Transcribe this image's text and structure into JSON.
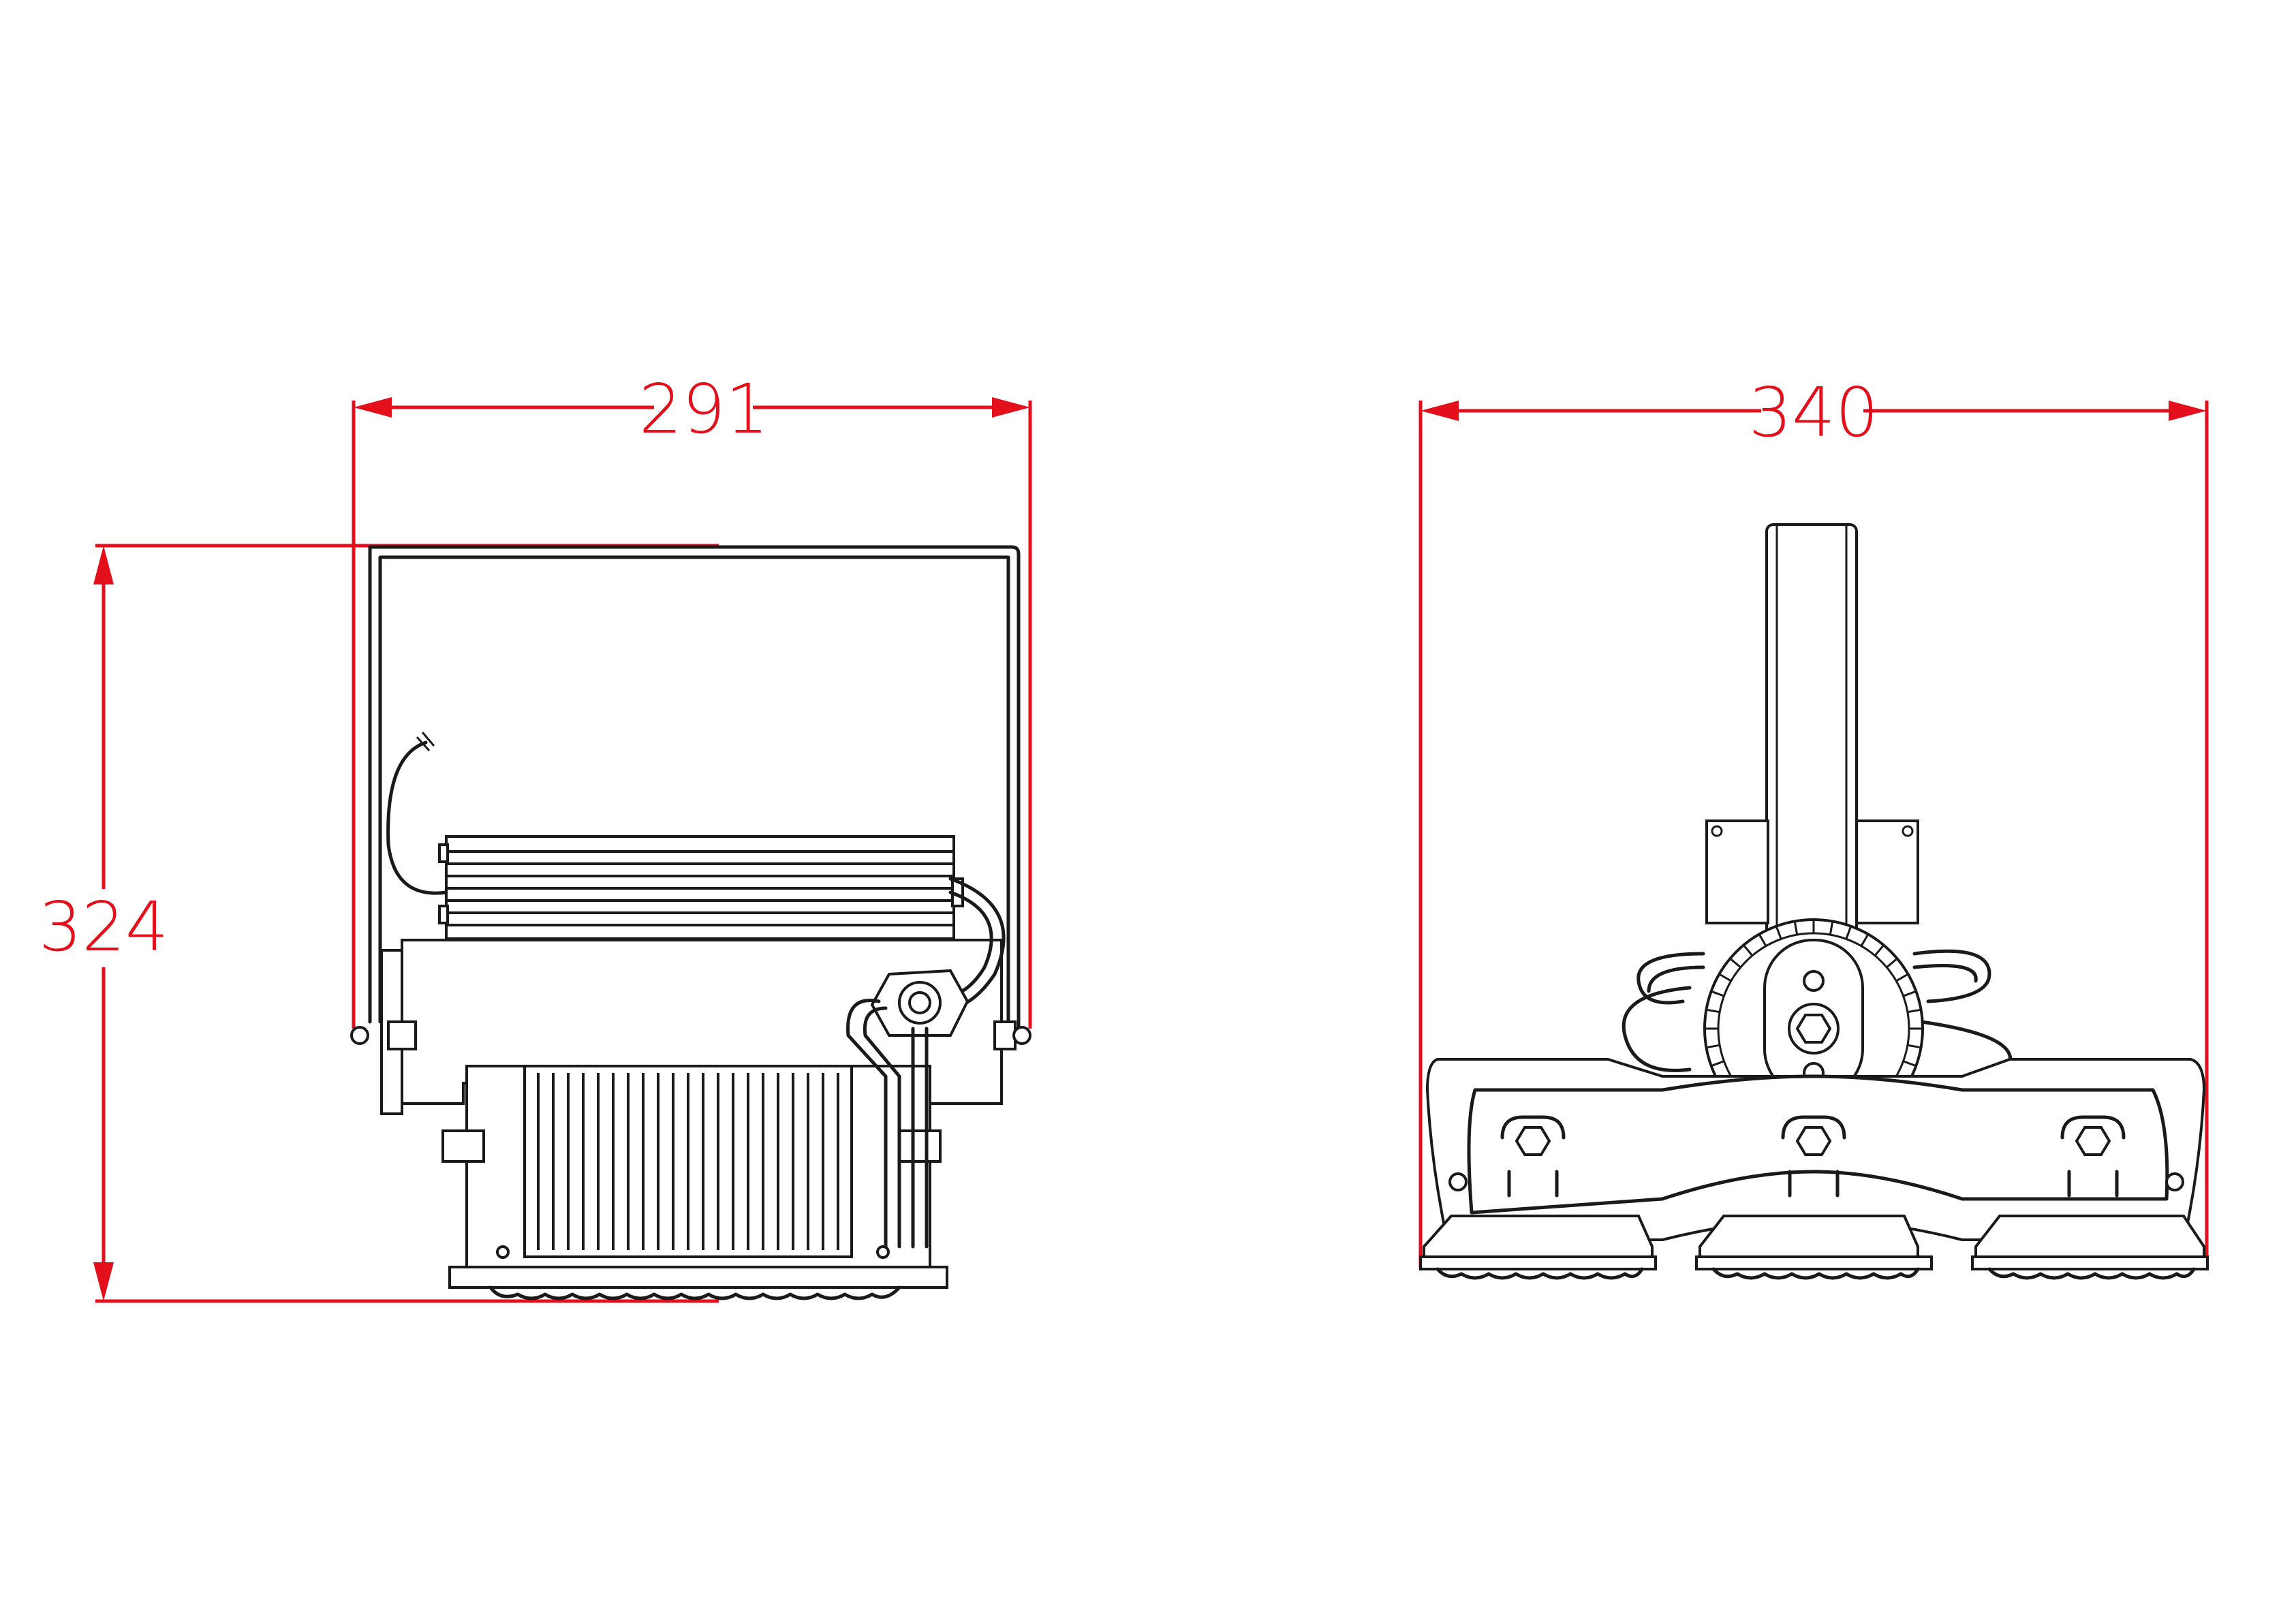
{
  "dimensions": {
    "side_width": "291",
    "side_height": "324",
    "front_width": "340"
  },
  "colors": {
    "dimension": "#e3101c",
    "outline": "#1a1a1a",
    "background": "#ffffff"
  }
}
